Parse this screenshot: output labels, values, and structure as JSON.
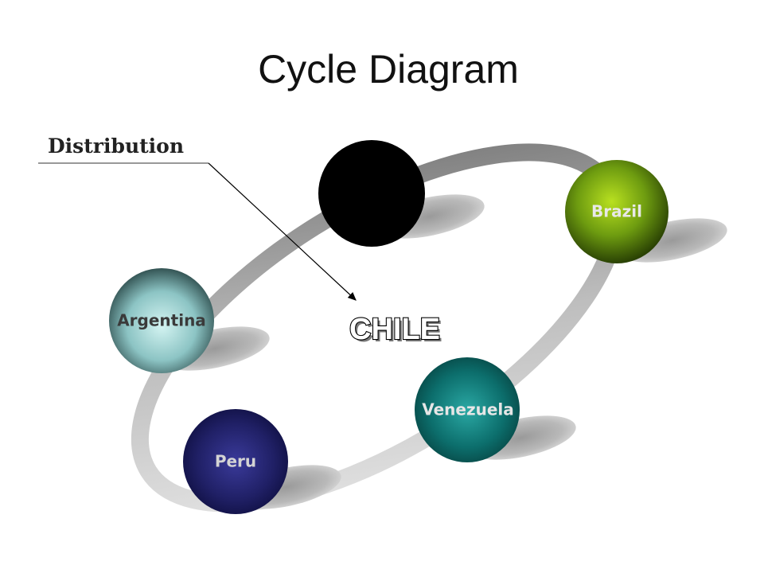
{
  "title": "Cycle Diagram",
  "callout": {
    "label": "Distribution"
  },
  "center": {
    "label": "CHILE"
  },
  "nodes": [
    {
      "label": "",
      "color": "#000000"
    },
    {
      "label": "Brazil",
      "color": "#6a9a10"
    },
    {
      "label": "Argentina",
      "color": "#9fd0d2"
    },
    {
      "label": "Venezuela",
      "color": "#0f7a78"
    },
    {
      "label": "Peru",
      "color": "#25246e"
    }
  ]
}
